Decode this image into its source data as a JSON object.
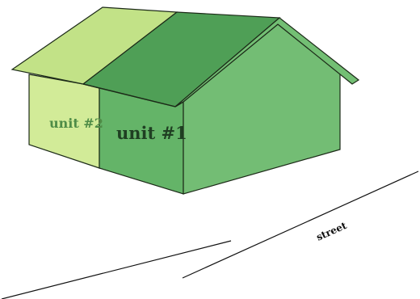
{
  "labels": {
    "unit_2": "unit #2",
    "unit_1": "unit #1",
    "street": "street"
  },
  "colors": {
    "unit_2_wall": "#d2eb98",
    "unit_2_roof": "#c2e287",
    "unit_1_front_wall": "#64b468",
    "unit_1_side_wall": "#73bd74",
    "unit_1_roof": "#4f9f56",
    "unit_1_roof_right": "#73bf74",
    "outline": "#1c2a18",
    "unit_2_text": "#4f8c47",
    "unit_1_text": "#1f3f22",
    "street_line": "#111111"
  }
}
